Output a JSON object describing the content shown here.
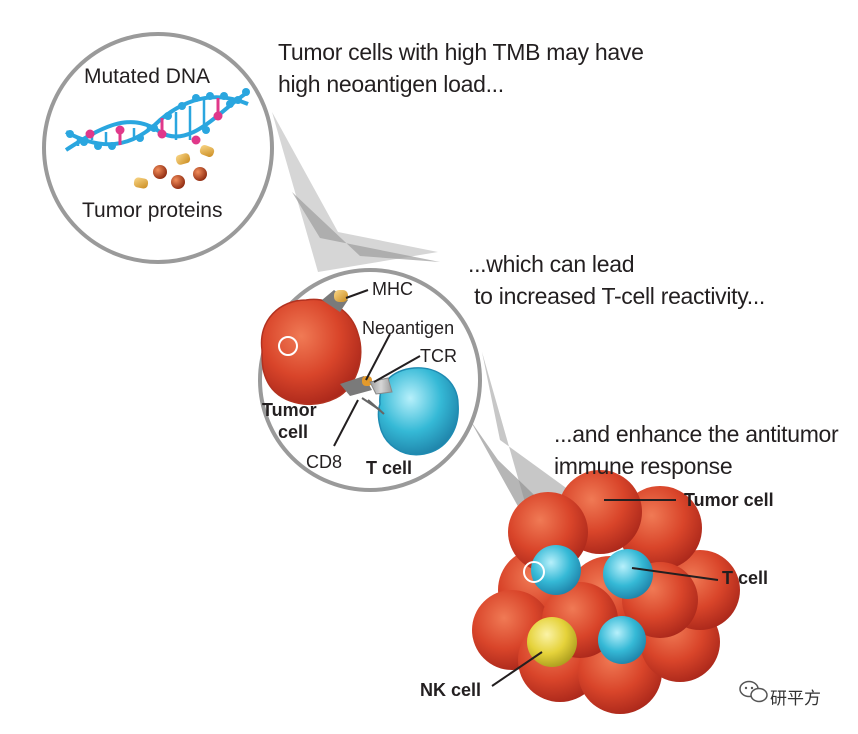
{
  "captions": {
    "step1_line1": "Tumor cells with high TMB may have",
    "step1_line2": "high neoantigen load...",
    "step2_line1": "...which can lead",
    "step2_line2": " to increased T-cell reactivity...",
    "step3_line1": "...and enhance the antitumor",
    "step3_line2": "immune response"
  },
  "circle1": {
    "dna_label": "Mutated DNA",
    "proteins_label": "Tumor proteins"
  },
  "circle2": {
    "mhc": "MHC",
    "neoantigen": "Neoantigen",
    "tcr": "TCR",
    "tumor_cell_line1": "Tumor",
    "tumor_cell_line2": "cell",
    "cd8": "CD8",
    "t_cell": "T cell"
  },
  "cluster": {
    "tumor_cell": "Tumor cell",
    "t_cell": "T cell",
    "nk_cell": "NK cell"
  },
  "watermark": "研平方",
  "colors": {
    "tumor_red": "#d9452a",
    "t_cell_cyan": "#35b9d6",
    "nk_yellow": "#e5d23a",
    "dna_blue": "#2aa6df",
    "dna_pink": "#e0388a",
    "zoom_gray": "#8a8a8a"
  }
}
